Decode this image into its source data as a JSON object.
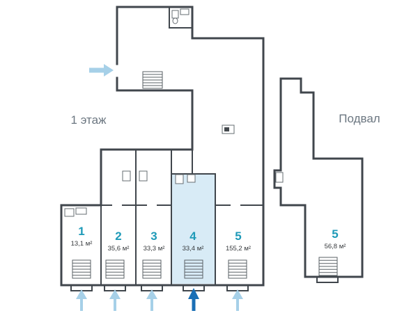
{
  "plan": {
    "floor_label": "1 этаж",
    "basement_label": "Подвал",
    "rooms": [
      {
        "number": "1",
        "area": "13,1 м²"
      },
      {
        "number": "2",
        "area": "35,6 м²"
      },
      {
        "number": "3",
        "area": "33,3 м²"
      },
      {
        "number": "4",
        "area": "33,4 м²",
        "highlighted": true
      },
      {
        "number": "5",
        "area": "155,2 м²"
      }
    ],
    "basement_room": {
      "number": "5",
      "area": "56,8 м²"
    },
    "colors": {
      "highlight_fill": "#d8ebf6",
      "room_number": "#1e9ab8",
      "arrow_light": "#a6d0e8",
      "arrow_dark": "#1a6fb5",
      "wall": "#40464c",
      "label_gray": "#6b7680"
    }
  }
}
